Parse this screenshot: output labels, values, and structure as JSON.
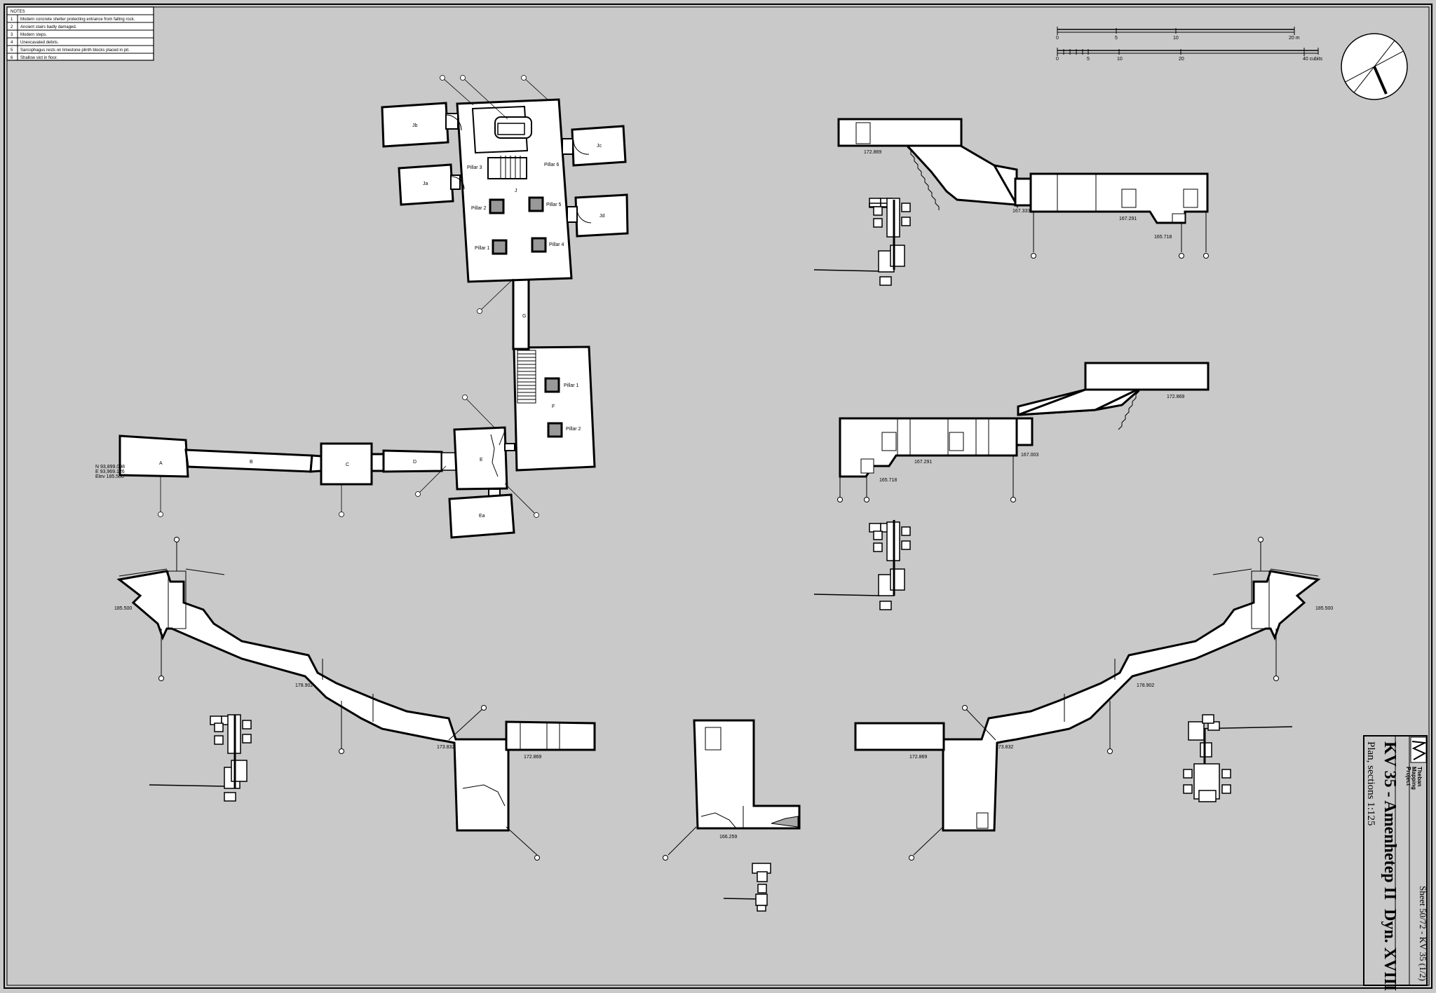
{
  "notes": {
    "header": "NOTES",
    "items": [
      {
        "num": "1",
        "text": "Modern concrete shelter protecting entrance from falling rock."
      },
      {
        "num": "2",
        "text": "Ancient stairs badly damaged."
      },
      {
        "num": "3",
        "text": "Modern steps."
      },
      {
        "num": "4",
        "text": "Unexcavated debris."
      },
      {
        "num": "5",
        "text": "Sarcophagus rests on limestone plinth blocks placed in pit."
      },
      {
        "num": "6",
        "text": "Shallow slot in floor."
      }
    ]
  },
  "scales": {
    "meters": [
      "0",
      "5",
      "10",
      "20 m"
    ],
    "cubits": [
      "0",
      "5",
      "10",
      "20",
      "40 cubits"
    ]
  },
  "plan": {
    "rooms": {
      "A": "A",
      "B": "B",
      "C": "C",
      "D": "D",
      "E": "E",
      "Ea": "Ea",
      "F": "F",
      "G": "G",
      "J": "J",
      "Ja": "Ja",
      "Jb": "Jb",
      "Jc": "Jc",
      "Jd": "Jd"
    },
    "pillars_f": [
      "Pillar 1",
      "Pillar 2"
    ],
    "pillars_j": [
      "Pillar 1",
      "Pillar 2",
      "Pillar 3",
      "Pillar 4",
      "Pillar 5",
      "Pillar 6"
    ],
    "survey": {
      "n": "N  93,899.098",
      "e": "E  93,969.126",
      "elev": "Elev  185.500"
    }
  },
  "elevations": {
    "s1_a": "172.869",
    "s1_b": "167.333",
    "s1_c": "167.291",
    "s1_d": "165.718",
    "s2_a": "172.869",
    "s2_b": "167.003",
    "s2_c": "167.291",
    "s2_d": "165.718",
    "s3_a": "185.500",
    "s3_b": "178.902",
    "s3_c": "173.832",
    "s3_d": "172.869",
    "s4_a": "166.259",
    "s5_a": "185.500",
    "s5_b": "178.902",
    "s5_c": "173.832",
    "s5_d": "172.869"
  },
  "title_block": {
    "logo_text": [
      "Theban",
      "Mapping",
      "Project"
    ],
    "title": "KV 35 - Amenhetep II",
    "dynasty": "Dyn. XVIII",
    "subtitle": "Plan, sections 1:125",
    "sheet": "Sheet 50/72 - KV 35 (1/2)"
  },
  "colors": {
    "background": "#c9c9c9",
    "ink": "#000000",
    "fill": "#ffffff"
  }
}
